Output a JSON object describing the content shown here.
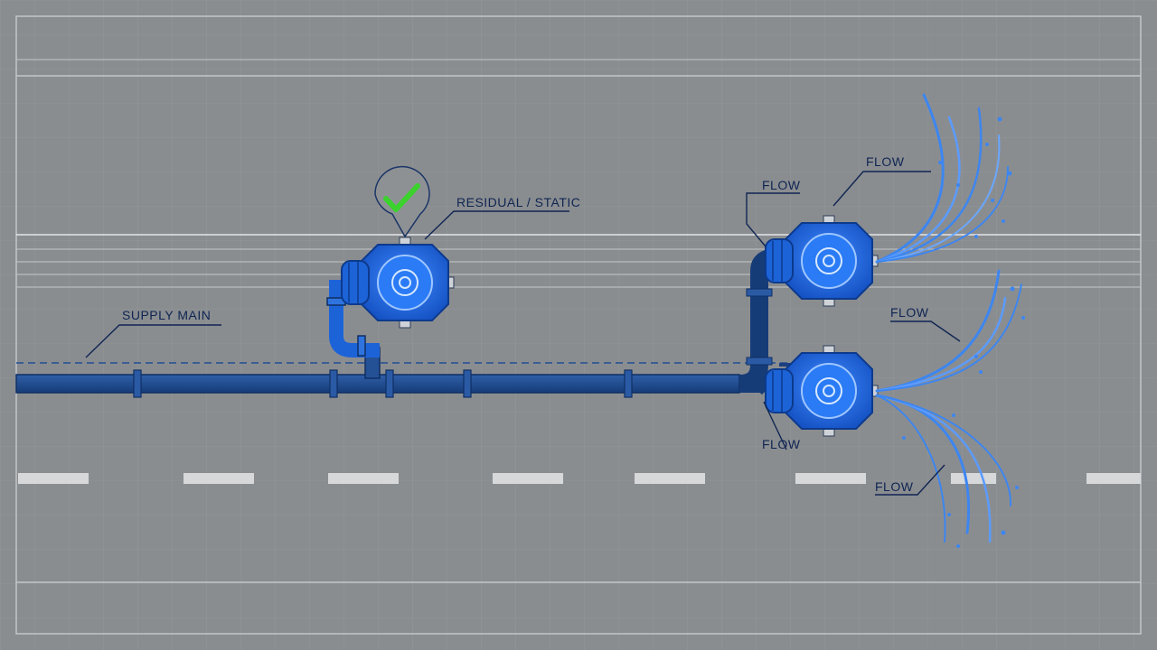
{
  "labels": {
    "supply_main": "SUPPLY MAIN",
    "residual": "RESIDUAL / STATIC",
    "flow_top_left": "FLOW",
    "flow_top_right": "FLOW",
    "flow_mid_right": "FLOW",
    "flow_bottom_left": "FLOW",
    "flow_bottom_right": "FLOW"
  },
  "icons": {
    "residual_status": "checkmark-icon",
    "hydrant": "fire-hydrant-icon"
  },
  "colors": {
    "background": "#8a8d90",
    "pipe": "#1f4f94",
    "hydrant": "#1f6fe0",
    "water": "#3d86f0",
    "check": "#3bd22e",
    "label": "#0f2552",
    "road_dash": "#d6d8da"
  }
}
